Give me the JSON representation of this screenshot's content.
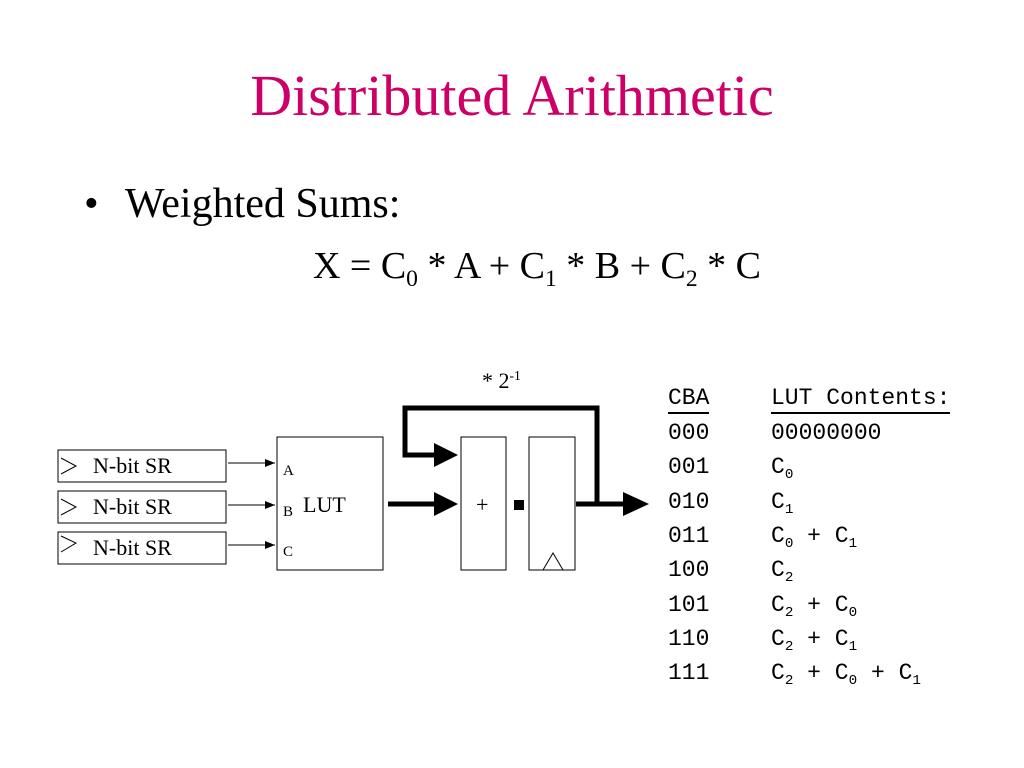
{
  "title": "Distributed Arithmetic",
  "bullet": {
    "marker": "•",
    "text": "Weighted Sums:"
  },
  "equation": {
    "p1": "X = C",
    "s0": "0",
    "p2": " * A + C",
    "s1": "1",
    "p3": " * B + C",
    "s2": "2",
    "p4": " * C"
  },
  "diagram": {
    "shift_registers": [
      "N-bit SR",
      "N-bit SR",
      "N-bit SR"
    ],
    "lut_label": "LUT",
    "lut_inputs": [
      "A",
      "B",
      "C"
    ],
    "adder_label": "+",
    "feedback_label": "* 2",
    "feedback_exp": "-1"
  },
  "table": {
    "headers": {
      "cba": "CBA",
      "contents": "LUT Contents:"
    },
    "rows": [
      {
        "cba": "000",
        "terms": [
          {
            "t": "00000000",
            "s": ""
          }
        ]
      },
      {
        "cba": "001",
        "terms": [
          {
            "t": "C",
            "s": "0"
          }
        ]
      },
      {
        "cba": "010",
        "terms": [
          {
            "t": "C",
            "s": "1"
          }
        ]
      },
      {
        "cba": "011",
        "terms": [
          {
            "t": "C",
            "s": "0"
          },
          {
            "t": "C",
            "s": "1"
          }
        ]
      },
      {
        "cba": "100",
        "terms": [
          {
            "t": "C",
            "s": "2"
          }
        ]
      },
      {
        "cba": "101",
        "terms": [
          {
            "t": "C",
            "s": "2"
          },
          {
            "t": "C",
            "s": "0"
          }
        ]
      },
      {
        "cba": "110",
        "terms": [
          {
            "t": "C",
            "s": "2"
          },
          {
            "t": "C",
            "s": "1"
          }
        ]
      },
      {
        "cba": "111",
        "terms": [
          {
            "t": "C",
            "s": "2"
          },
          {
            "t": "C",
            "s": "0"
          },
          {
            "t": "C",
            "s": "1"
          }
        ]
      }
    ],
    "plus": " + "
  }
}
